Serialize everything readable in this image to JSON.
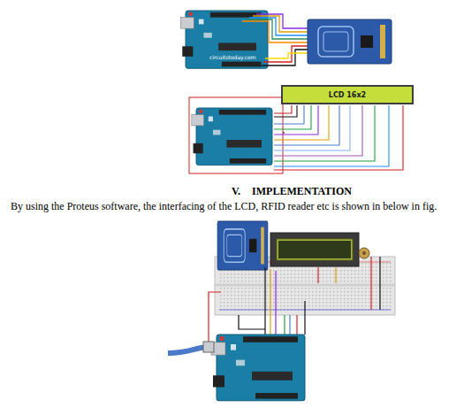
{
  "diagram": {
    "title": "V. IMPLEMENTATION",
    "nodes": [
      {
        "text": [
          "LCD 16x2"
        ]
      }
    ],
    "labels": [
      "By using the Proteus software, the interfacing of the LCD, RFID reader etc is shown in below in fig.",
      "circuitstoday.com"
    ]
  }
}
